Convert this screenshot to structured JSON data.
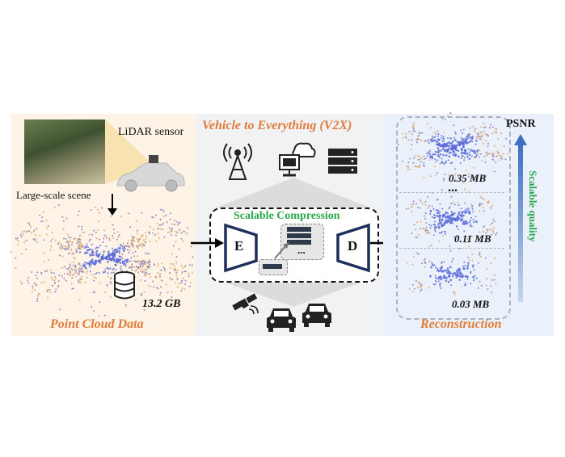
{
  "left": {
    "lidar_label": "LiDAR sensor",
    "scene_label": "Large-scale scene",
    "data_size": "13.2 GB",
    "caption": "Point Cloud Data"
  },
  "middle": {
    "title": "Vehicle to Everything (V2X)",
    "box_title": "Scalable Compression",
    "encoder": "E",
    "decoder": "D",
    "dots": "...",
    "icons": [
      "antenna-tower-icon",
      "computer-cloud-icon",
      "server-rack-icon",
      "satellite-icon",
      "car-icon",
      "car-icon"
    ]
  },
  "right": {
    "sizes": [
      "0.35 MB",
      "0.11 MB",
      "0.03 MB"
    ],
    "dots": "...",
    "caption": "Reconstruction",
    "psnr_label": "PSNR",
    "quality_label": "Scalable quality"
  },
  "colors": {
    "orange": "#e07b39",
    "green": "#2aa84a",
    "navy": "#1f2d5c",
    "point_blue": "#5a6bd8",
    "point_orange": "#e0a060",
    "arrow_blue": "#3d6fc4"
  }
}
